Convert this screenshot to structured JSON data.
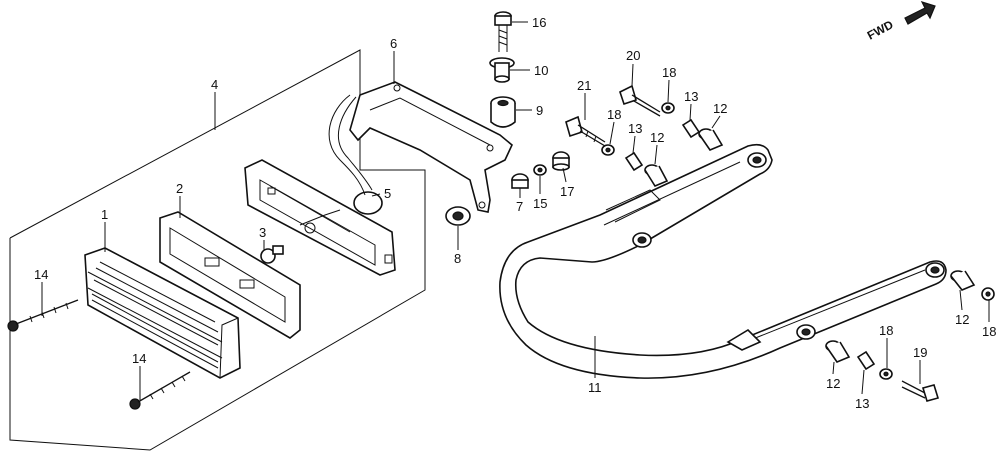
{
  "diagram": {
    "fwd_label": "FWD",
    "callouts": {
      "c1": "1",
      "c2": "2",
      "c3": "3",
      "c4": "4",
      "c5": "5",
      "c6": "6",
      "c7": "7",
      "c8": "8",
      "c9": "9",
      "c10": "10",
      "c11": "11",
      "c12a": "12",
      "c12b": "12",
      "c12c": "12",
      "c12d": "12",
      "c13a": "13",
      "c13b": "13",
      "c13c": "13",
      "c14a": "14",
      "c14b": "14",
      "c15": "15",
      "c16": "16",
      "c17": "17",
      "c18a": "18",
      "c18b": "18",
      "c18c": "18",
      "c18d": "18",
      "c19": "19",
      "c20": "20",
      "c21": "21"
    }
  }
}
